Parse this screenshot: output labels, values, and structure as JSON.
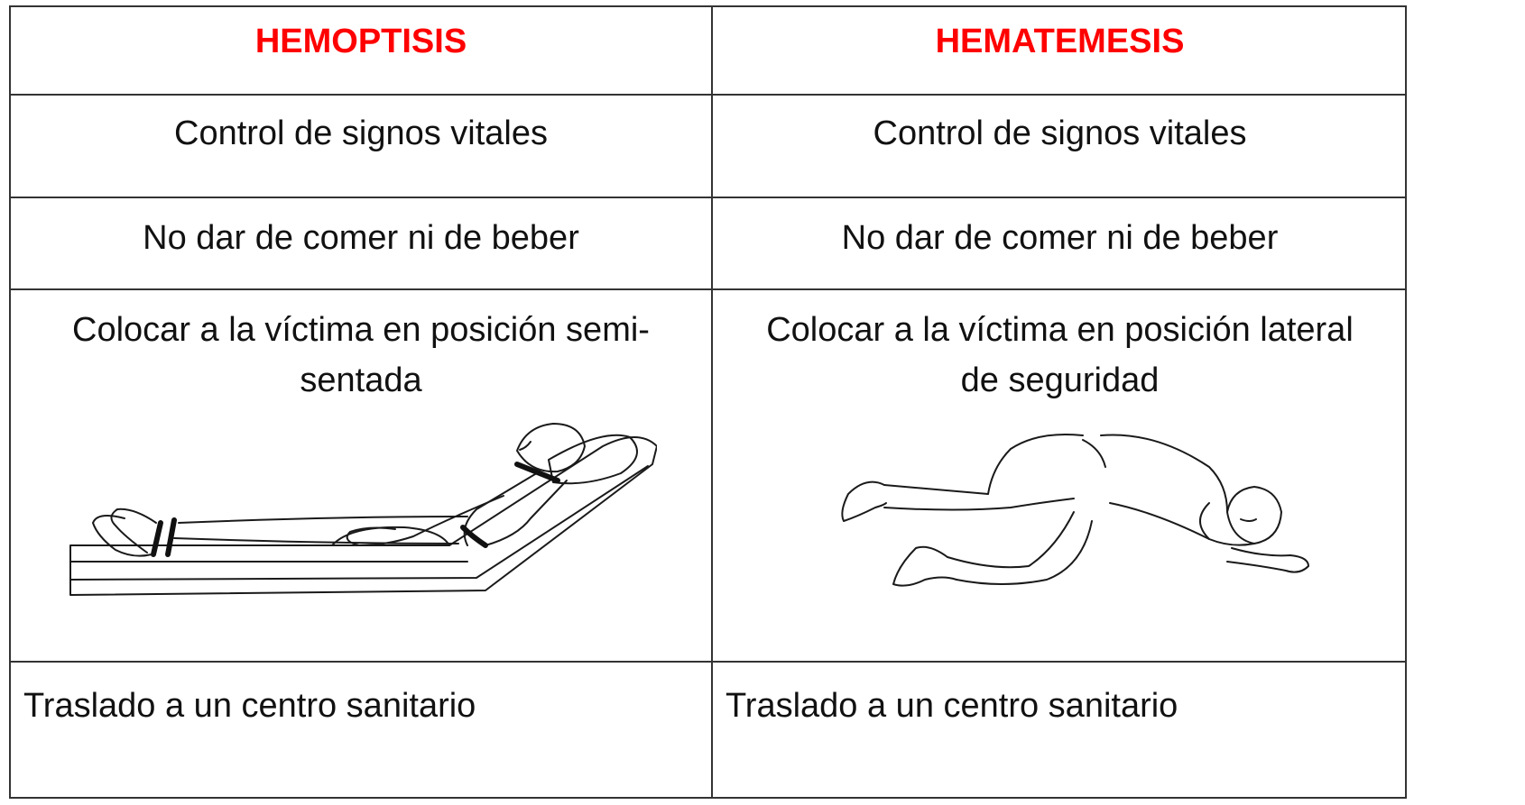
{
  "table": {
    "headers": {
      "left": "HEMOPTISIS",
      "right": "HEMATEMESIS"
    },
    "rows": [
      {
        "left": "Control de signos vitales",
        "right": "Control de signos vitales"
      },
      {
        "left": "No dar de comer ni de beber",
        "right": "No dar de comer ni de beber"
      },
      {
        "left_line1": "Colocar a la víctima en posición semi-",
        "left_line2": "sentada",
        "right_line1": "Colocar a la víctima en posición lateral",
        "right_line2": "de seguridad"
      },
      {
        "left": "Traslado a un centro sanitario",
        "right": "Traslado a un centro sanitario"
      }
    ],
    "header_color": "#ff0000"
  }
}
